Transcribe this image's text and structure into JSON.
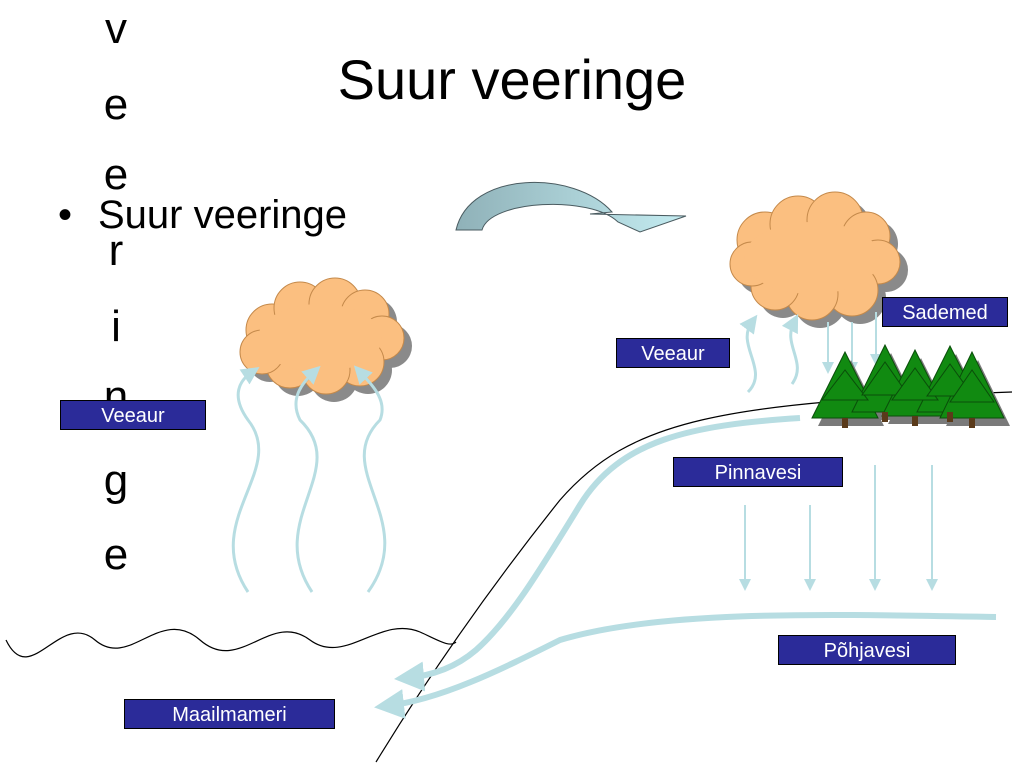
{
  "title": "Suur veeringe",
  "vertical_title_letters": [
    "v",
    "e",
    "e",
    "r",
    "i",
    "n",
    "g",
    "e"
  ],
  "bullet": {
    "symbol": "•",
    "text": "Suur veeringe"
  },
  "labels": {
    "veeaur_left": "Veeaur",
    "veeaur_right": "Veeaur",
    "sademed": "Sademed",
    "pinnavesi": "Pinnavesi",
    "pohjavesi": "Põhjavesi",
    "maailmameri": "Maailmameri"
  },
  "colors": {
    "cloud": "#fbbf80",
    "cloud_shadow": "#8a8a8a",
    "water_flow": "#b7dde2",
    "tree": "#118a11",
    "label_box": "#2b2b99",
    "arrow_dark": "#8fb1b8",
    "arrow_light": "#b9e4ea"
  }
}
